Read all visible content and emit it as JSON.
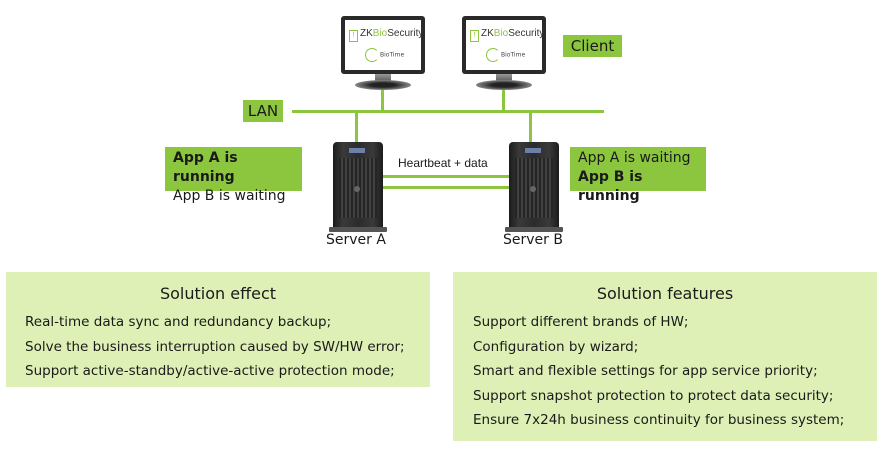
{
  "diagram": {
    "clients": [
      {
        "brand_prefix": "ZK",
        "brand_bio": "Bio",
        "brand_suffix": "Security",
        "product": "BioTime"
      },
      {
        "brand_prefix": "ZK",
        "brand_bio": "Bio",
        "brand_suffix": "Security",
        "product": "BioTime"
      }
    ],
    "client_label": "Client",
    "lan_label": "LAN",
    "link_label": "Heartbeat + data",
    "servers": [
      {
        "name": "Server A",
        "status_line1": "App A is running",
        "status_line2": "App B is waiting",
        "bold_line": 1
      },
      {
        "name": "Server B",
        "status_line1": "App A is waiting",
        "status_line2": "App B is running",
        "bold_line": 2
      }
    ],
    "colors": {
      "accent": "#8cc63f",
      "panel_bg": "#def0b5"
    }
  },
  "solution_effect": {
    "title": "Solution effect",
    "items": [
      "Real-time data sync and redundancy backup;",
      "Solve the business interruption caused by SW/HW error;",
      "Support active-standby/active-active protection mode;"
    ]
  },
  "solution_features": {
    "title": "Solution features",
    "items": [
      "Support different brands of HW;",
      "Configuration by wizard;",
      "Smart and flexible settings for app service priority;",
      "Support snapshot protection to protect data security;",
      "Ensure 7x24h business continuity for business system;"
    ]
  }
}
